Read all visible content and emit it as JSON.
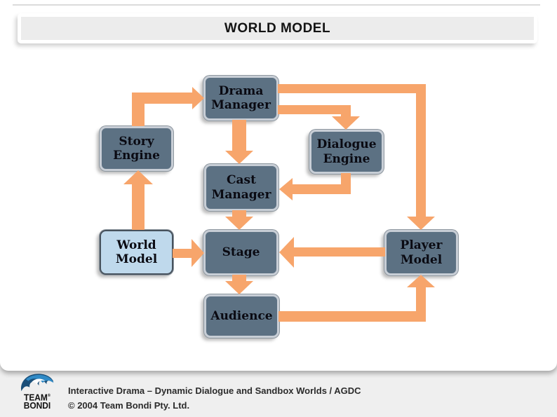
{
  "title": "WORLD MODEL",
  "diagram": {
    "nodes": [
      {
        "id": "drama-manager",
        "label": "Drama Manager",
        "highlight": false
      },
      {
        "id": "story-engine",
        "label": "Story Engine",
        "highlight": false
      },
      {
        "id": "dialogue-engine",
        "label": "Dialogue Engine",
        "highlight": false
      },
      {
        "id": "cast-manager",
        "label": "Cast Manager",
        "highlight": false
      },
      {
        "id": "world-model",
        "label": "World Model",
        "highlight": true
      },
      {
        "id": "stage",
        "label": "Stage",
        "highlight": false
      },
      {
        "id": "player-model",
        "label": "Player Model",
        "highlight": false
      },
      {
        "id": "audience",
        "label": "Audience",
        "highlight": false
      }
    ],
    "edges": [
      {
        "from": "story-engine",
        "to": "drama-manager"
      },
      {
        "from": "world-model",
        "to": "story-engine"
      },
      {
        "from": "drama-manager",
        "to": "cast-manager"
      },
      {
        "from": "drama-manager",
        "to": "dialogue-engine"
      },
      {
        "from": "drama-manager",
        "to": "player-model"
      },
      {
        "from": "dialogue-engine",
        "to": "cast-manager"
      },
      {
        "from": "cast-manager",
        "to": "stage"
      },
      {
        "from": "world-model",
        "to": "stage"
      },
      {
        "from": "player-model",
        "to": "stage"
      },
      {
        "from": "stage",
        "to": "audience"
      },
      {
        "from": "audience",
        "to": "player-model"
      }
    ]
  },
  "footer": {
    "line1": "Interactive Drama – Dynamic Dialogue and Sandbox Worlds / AGDC",
    "line2": "© 2004 Team Bondi Pty. Ltd.",
    "logo": {
      "top": "TEAM",
      "reg": "®",
      "bottom": "BONDI"
    }
  },
  "colors": {
    "arrow": "#F7A56B",
    "node_fill": "#5C7183",
    "node_border": "#C8CED6",
    "highlight_fill": "#BFD9EC",
    "highlight_border": "#47525D",
    "title_bg": "#ECECEC",
    "footer_bg": "#EFEFEF",
    "logo_blue_dark": "#1A4F79",
    "logo_blue_light": "#2F8AC6"
  }
}
